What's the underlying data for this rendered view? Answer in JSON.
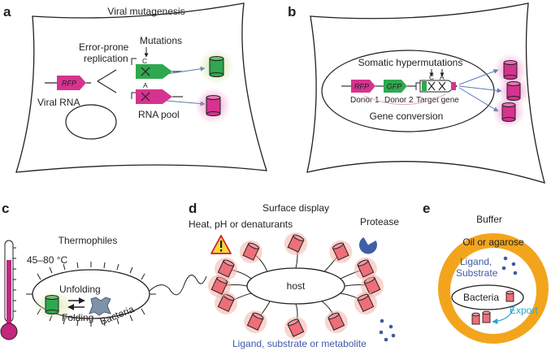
{
  "panels": {
    "a": {
      "label": "a",
      "title": "Viral mutagenesis",
      "viral_rna": "Viral RNA",
      "gene": "RFP",
      "replication_1": "Error-prone",
      "replication_2": "replication",
      "mutations": "Mutations",
      "mut_c": "C",
      "mut_a": "A",
      "rna_pool": "RNA pool"
    },
    "b": {
      "label": "b",
      "title": "Somatic hypermutations",
      "rfp": "RFP",
      "gfp": "GFP",
      "donor1": "Donor 1",
      "donor2": "Donor 2",
      "target": "Target gene",
      "mut_c": "C",
      "mut_a": "A",
      "gene_conversion": "Gene conversion"
    },
    "c": {
      "label": "c",
      "title": "Thermophiles",
      "temp": "45–80 °C",
      "unfolding": "Unfolding",
      "folding": "Folding",
      "bacteria": "Bacteria"
    },
    "d": {
      "label": "d",
      "title": "Surface display",
      "stress": "Heat, pH or denaturants",
      "protease": "Protease",
      "host": "host",
      "ligand": "Ligand, substrate or metabolite"
    },
    "e": {
      "label": "e",
      "title": "Buffer",
      "oil": "Oil or agarose",
      "ligand_1": "Ligand,",
      "ligand_2": "Substrate",
      "bacteria": "Bacteria",
      "export": "Export"
    }
  },
  "colors": {
    "magenta": "#d6338f",
    "green": "#2fa84f",
    "pink_cyl": "#ee6e7a",
    "blue": "#3f5aa6",
    "orange": "#f2a51c",
    "thermo": "#c2267d"
  }
}
